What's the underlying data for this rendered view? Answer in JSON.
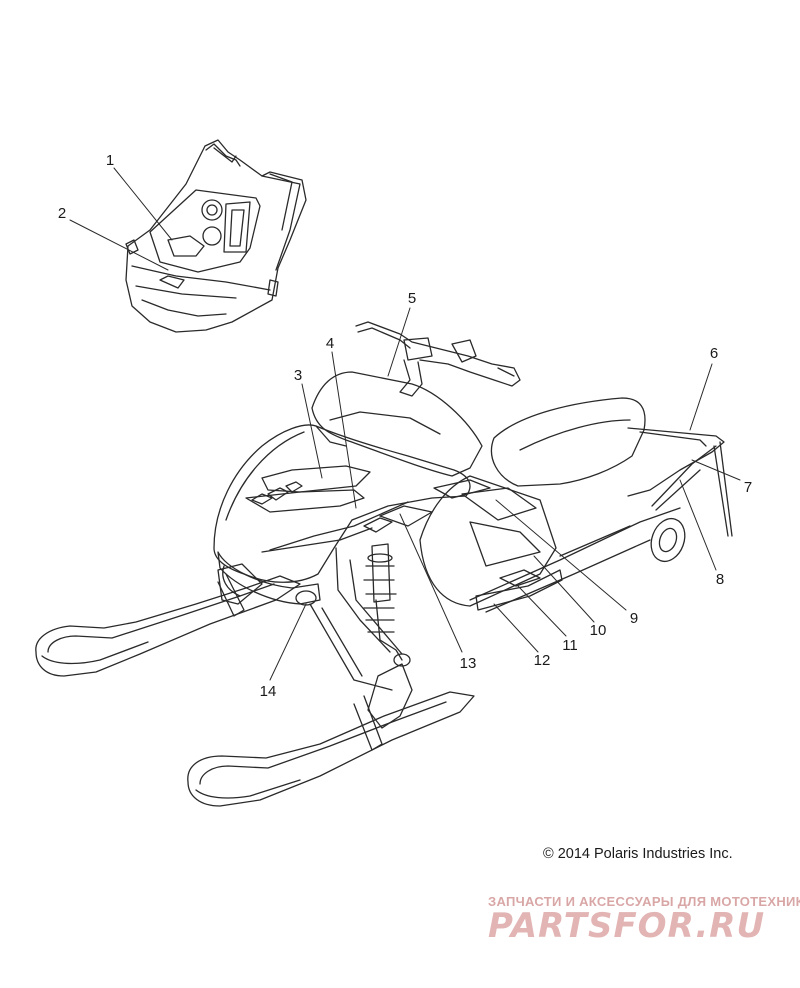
{
  "diagram": {
    "callouts": [
      {
        "label": "1"
      },
      {
        "label": "2"
      },
      {
        "label": "3"
      },
      {
        "label": "4"
      },
      {
        "label": "5"
      },
      {
        "label": "6"
      },
      {
        "label": "7"
      },
      {
        "label": "8"
      },
      {
        "label": "9"
      },
      {
        "label": "10"
      },
      {
        "label": "11"
      },
      {
        "label": "12"
      },
      {
        "label": "13"
      },
      {
        "label": "14"
      }
    ],
    "copyright": "© 2014 Polaris Industries Inc."
  },
  "watermark": {
    "tagline": "ЗАПЧАСТИ И АКСЕССУАРЫ ДЛЯ МОТОТЕХНИКИ",
    "logo": "PARTSFOR.RU"
  }
}
